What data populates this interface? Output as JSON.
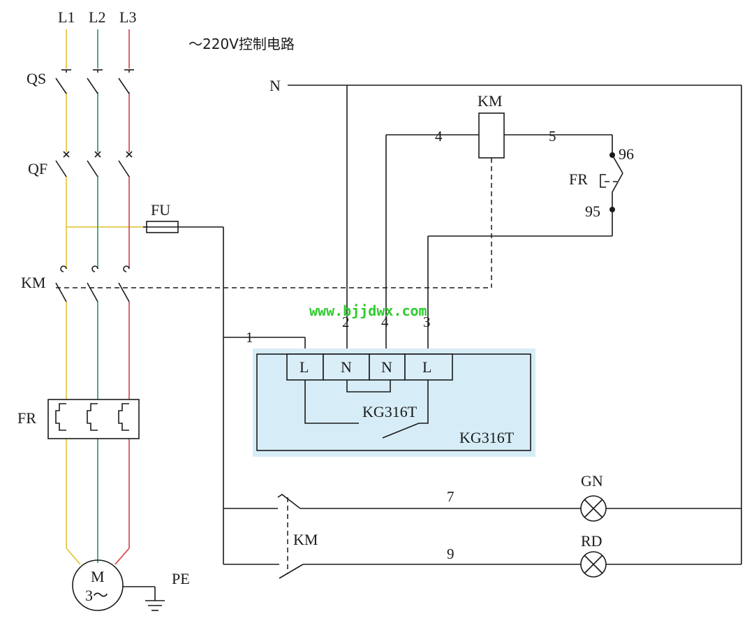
{
  "phases": {
    "l1": "L1",
    "l2": "L2",
    "l3": "L3"
  },
  "title": "～220V控制电路",
  "neutral_label": "N",
  "power": {
    "qs": "QS",
    "qf": "QF",
    "fu": "FU",
    "km": "KM",
    "fr": "FR",
    "motor_line1": "M",
    "motor_line2": "3～",
    "pe": "PE"
  },
  "control": {
    "coil_label": "KM",
    "wire_4": "4",
    "wire_5": "5",
    "fr_label": "FR",
    "terminal_96": "96",
    "terminal_95": "95",
    "wire_1": "1",
    "wire_2": "2",
    "wire_4b": "4",
    "wire_3": "3",
    "aux_km_label": "KM",
    "wire_7": "7",
    "wire_9": "9",
    "lamp_gn": "GN",
    "lamp_rd": "RD"
  },
  "kg316t": {
    "terminals": [
      "L",
      "N",
      "N",
      "L"
    ],
    "inner_label": "KG316T",
    "outer_label": "KG316T"
  },
  "watermark": "www.bjjdwx.com",
  "colors": {
    "l1": "#e6c84a",
    "l2": "#3aa36a",
    "l3": "#d9535a",
    "box_fill": "#d6edf7",
    "terminal_fill": "#daeef8",
    "watermark": "#2ecc2e"
  }
}
